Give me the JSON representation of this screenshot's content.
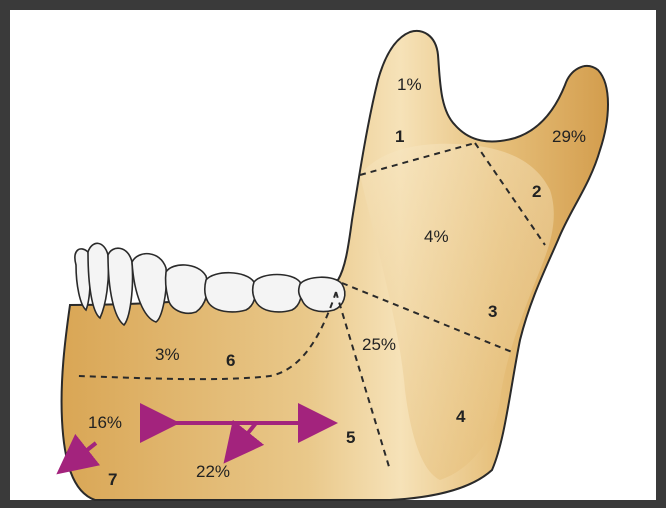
{
  "colors": {
    "bone_light": "#f3dcae",
    "bone_mid": "#e6c07c",
    "bone_dark": "#d9a655",
    "outline": "#2a2a2a",
    "teeth": "#f4f4f4",
    "arrow": "#a3237d",
    "background": "#ffffff"
  },
  "regions": [
    {
      "number": "1",
      "percent": "1%"
    },
    {
      "number": "2",
      "percent": "29%"
    },
    {
      "number": "3",
      "percent": "4%"
    },
    {
      "number": "4",
      "percent": "25%"
    },
    {
      "number": "5",
      "percent": "22%"
    },
    {
      "number": "6",
      "percent": "3%"
    },
    {
      "number": "7",
      "percent": "16%"
    }
  ]
}
